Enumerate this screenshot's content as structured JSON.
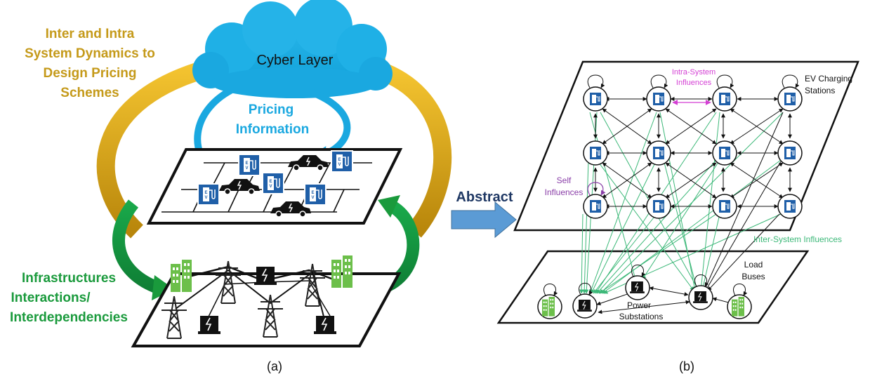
{
  "left_panel": {
    "title_lines": [
      "Inter and Intra",
      "System Dynamics to",
      "Design Pricing",
      "Schemes"
    ],
    "cyber_layer": "Cyber Layer",
    "pricing_lines": [
      "Pricing",
      "Information"
    ],
    "infra_lines": [
      "Infrastructures",
      "Interactions/",
      "Interdependencies"
    ],
    "ev_letters": "EV",
    "caption": "(a)"
  },
  "arrow_label": "Abstract",
  "right_panel": {
    "ev_stations_lines": [
      "EV Charging",
      "Stations"
    ],
    "intra_lines": [
      "Intra-System",
      "Influences"
    ],
    "self_lines": [
      "Self",
      "Influences"
    ],
    "inter_label": "Inter-System Influences",
    "load_lines": [
      "Load",
      "Buses"
    ],
    "power_lines": [
      "Power",
      "Substations"
    ],
    "caption": "(b)"
  },
  "colors": {
    "gold": "#c59a1a",
    "green": "#1a9a3c",
    "cyan": "#1aa8e0",
    "navy": "#1f3864",
    "ev_blue": "#1f5fa8",
    "building_green": "#6cbf4a",
    "intra_magenta": "#d43fd4",
    "self_purple": "#8a3fa8",
    "inter_green": "#3cb878"
  }
}
